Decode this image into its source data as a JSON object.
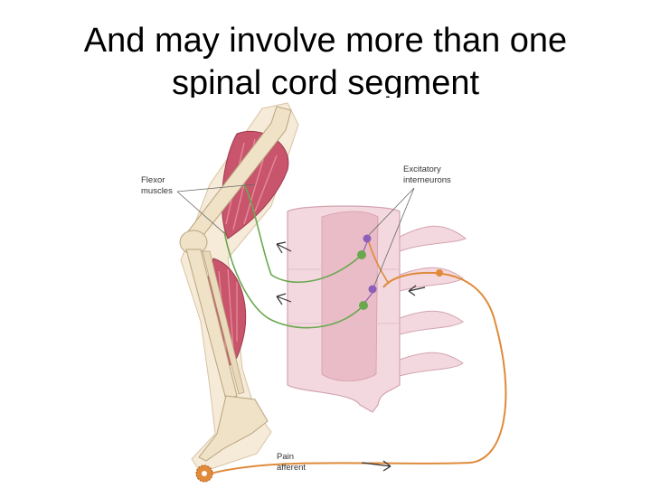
{
  "slide": {
    "title_line1": "And may involve more than one",
    "title_line2": "spinal cord segment"
  },
  "figure": {
    "labels": {
      "flexor_line1": "Flexor",
      "flexor_line2": "muscles",
      "excitatory_line1": "Excitatory",
      "excitatory_line2": "interneurons",
      "pain_line1": "Pain",
      "pain_line2": "afferent"
    },
    "colors": {
      "muscle": "#c8556b",
      "bone": "#efe2c7",
      "spinal_cord": "#f3d9df",
      "gray_matter": "#e9b7c3",
      "motor_neuron": "#6aa84f",
      "pain_afferent": "#e08a3a",
      "interneuron": "#8e5fb8"
    },
    "icons": [
      "pain-stimulus-icon",
      "motor-direction-arrow-icon",
      "afferent-direction-arrow-icon"
    ]
  }
}
